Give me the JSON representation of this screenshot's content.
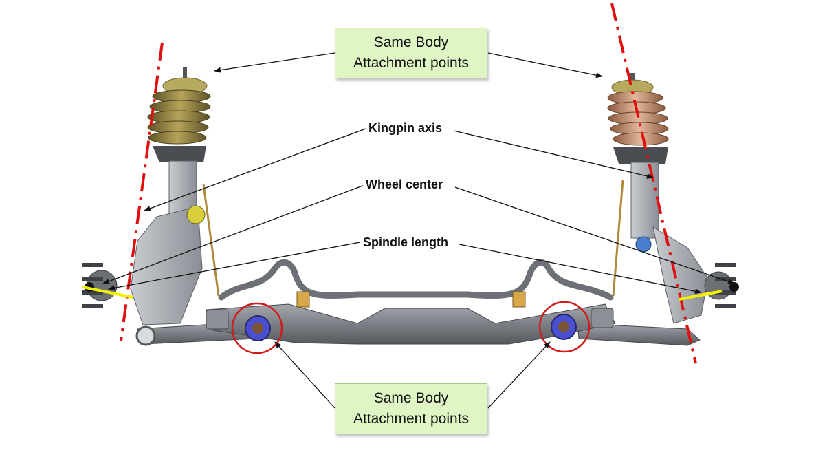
{
  "callouts": {
    "top": {
      "line1": "Same Body",
      "line2": "Attachment points"
    },
    "bottom": {
      "line1": "Same Body",
      "line2": "Attachment points"
    }
  },
  "labels": {
    "kingpin_axis": "Kingpin axis",
    "wheel_center": "Wheel center",
    "spindle_length": "Spindle length"
  },
  "colors": {
    "kingpin_axis_line": "#e01010",
    "highlight_circle": "#d11a1a",
    "spindle_line": "#f2f200",
    "callout_fill": "#dff5c4",
    "bushing": "#4a4fd0",
    "chassis": "#7d8186",
    "spring_left": "#8a7a3a",
    "spring_right": "#c0906e"
  }
}
